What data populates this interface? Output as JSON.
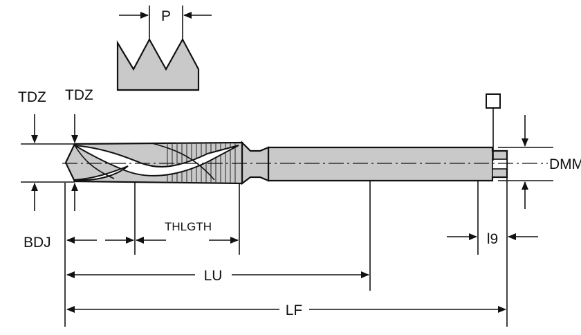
{
  "labels": {
    "pitch": "P",
    "tdz_left": "TDZ",
    "tdz_right": "TDZ",
    "bdj": "BDJ",
    "thlgth": "THLGTH",
    "lu": "LU",
    "lf": "LF",
    "dmm": "DMM",
    "l9": "l9"
  },
  "colors": {
    "tool_fill": "#c9c9c9",
    "outline": "#111111"
  }
}
